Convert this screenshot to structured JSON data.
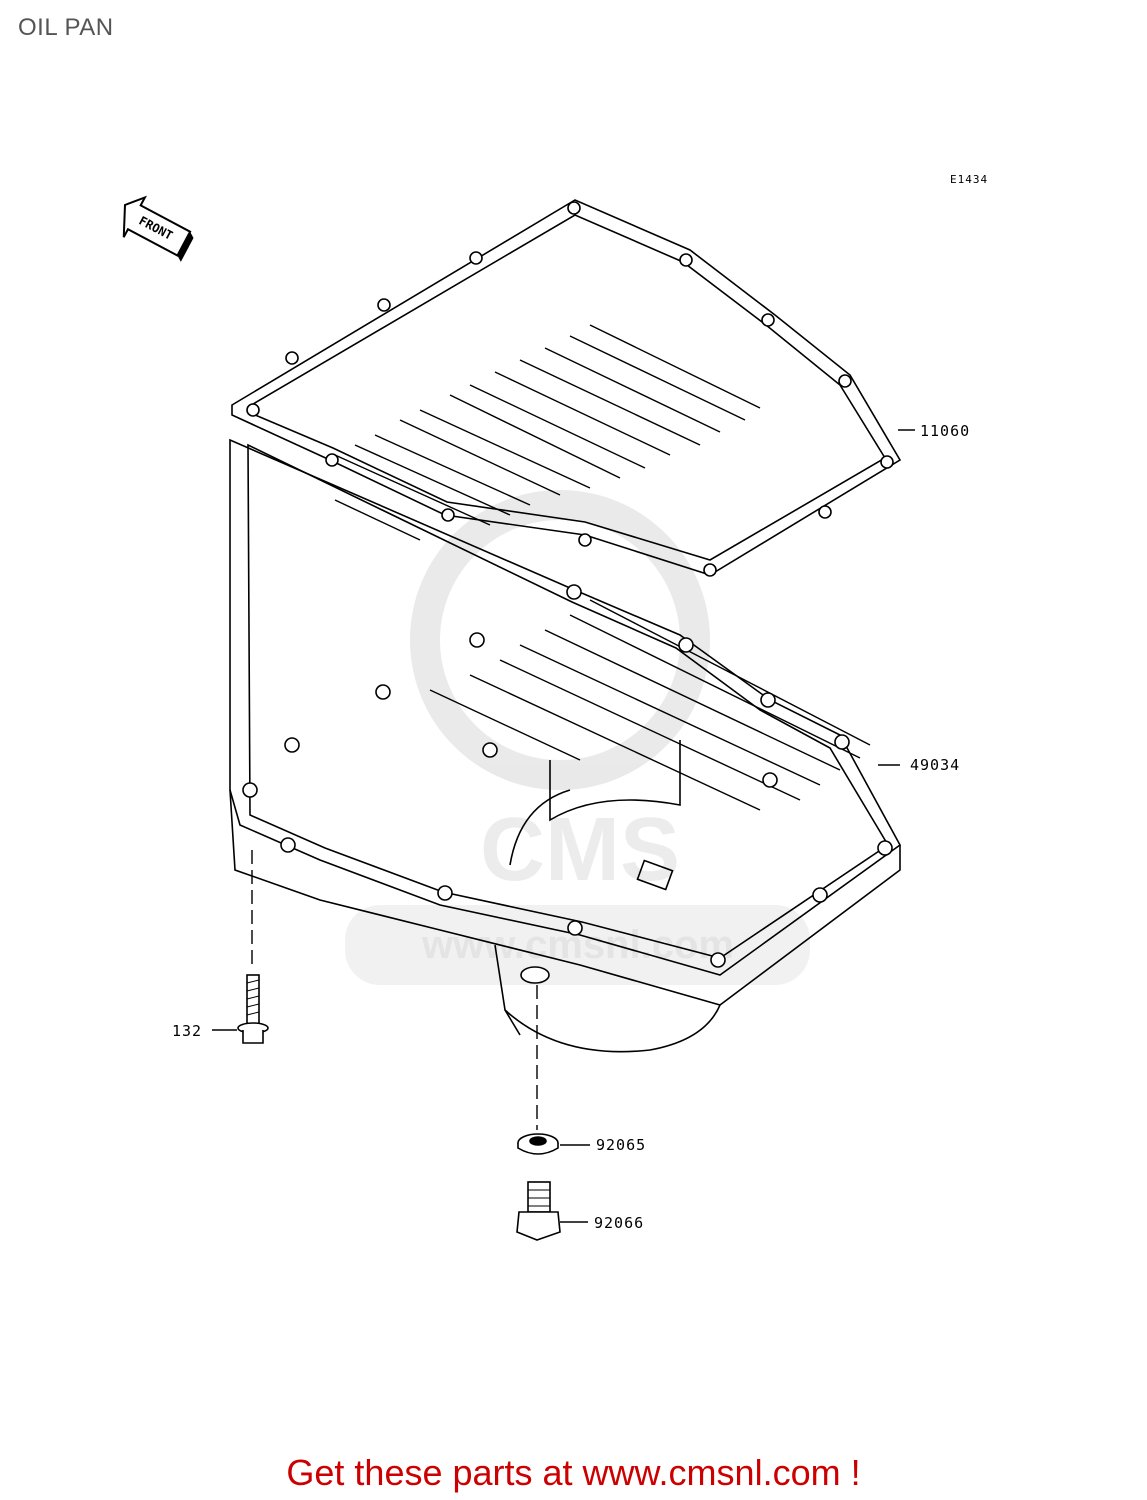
{
  "page": {
    "title": "OIL PAN",
    "diagram_code": "E1434",
    "front_marker": "FRONT",
    "call_to_action": "Get these parts at www.cmsnl.com !"
  },
  "watermark": {
    "text": "www.cmsnl.com",
    "logo": "CMS"
  },
  "parts": [
    {
      "number": "11060",
      "name": "gasket"
    },
    {
      "number": "49034",
      "name": "oil-pan"
    },
    {
      "number": "132",
      "name": "bolt"
    },
    {
      "number": "92065",
      "name": "washer"
    },
    {
      "number": "92066",
      "name": "drain-plug"
    }
  ]
}
